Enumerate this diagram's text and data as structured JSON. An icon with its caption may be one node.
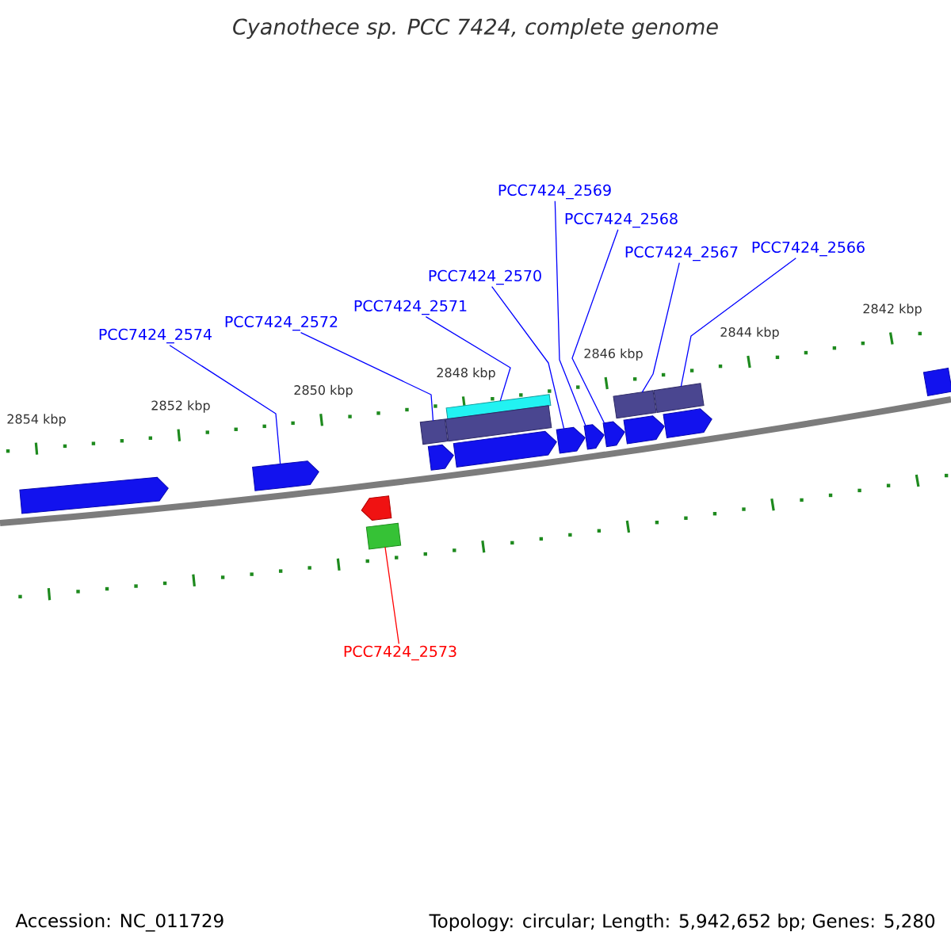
{
  "diagram": {
    "title": "Cyanothece sp. PCC 7424, complete genome",
    "nodes": [
      {
        "text": [
          "PCC7424_2574"
        ]
      },
      {
        "text": [
          "PCC7424_2572"
        ]
      },
      {
        "text": [
          "PCC7424_2573"
        ]
      },
      {
        "text": [
          "PCC7424_2571"
        ]
      },
      {
        "text": [
          "PCC7424_2570"
        ]
      },
      {
        "text": [
          "PCC7424_2569"
        ]
      },
      {
        "text": [
          "PCC7424_2568"
        ]
      },
      {
        "text": [
          "PCC7424_2567"
        ]
      },
      {
        "text": [
          "PCC7424_2566"
        ]
      },
      {
        "text": [],
        "shape": "pentagon"
      },
      {
        "text": [],
        "shape": "pentagon"
      },
      {
        "text": [],
        "shape": "pentagon"
      },
      {
        "text": [],
        "shape": "box"
      },
      {
        "text": [],
        "shape": "box"
      },
      {
        "text": [],
        "shape": "pentagon"
      },
      {
        "text": [],
        "shape": "box"
      },
      {
        "text": [],
        "shape": "box"
      },
      {
        "text": [],
        "shape": "pentagon"
      },
      {
        "text": [],
        "shape": "pentagon"
      },
      {
        "text": [],
        "shape": "pentagon"
      },
      {
        "text": [],
        "shape": "pentagon"
      },
      {
        "text": [],
        "shape": "box"
      },
      {
        "text": [],
        "shape": "pentagon"
      },
      {
        "text": [],
        "shape": "box"
      },
      {
        "text": [],
        "shape": "pentagon"
      },
      {
        "text": [],
        "shape": "box"
      }
    ],
    "edges": [
      {
        "from": 0,
        "to": 10,
        "arrow": "none"
      },
      {
        "from": 1,
        "to": 13,
        "arrow": "none"
      },
      {
        "from": 2,
        "to": 12,
        "arrow": "none",
        "color": "#ff0000"
      },
      {
        "from": 3,
        "to": 15,
        "arrow": "none"
      },
      {
        "from": 4,
        "to": 18,
        "arrow": "none"
      },
      {
        "from": 5,
        "to": 19,
        "arrow": "none"
      },
      {
        "from": 6,
        "to": 20,
        "arrow": "none"
      },
      {
        "from": 7,
        "to": 21,
        "arrow": "none"
      },
      {
        "from": 8,
        "to": 23,
        "arrow": "none"
      }
    ],
    "labels": [
      "2854 kbp",
      "2852 kbp",
      "2850 kbp",
      "2848 kbp",
      "2846 kbp",
      "2844 kbp",
      "2842 kbp",
      "Accession: NC_011729",
      "Topology: circular; Length: 5,942,652 bp; Genes: 5,280"
    ]
  }
}
